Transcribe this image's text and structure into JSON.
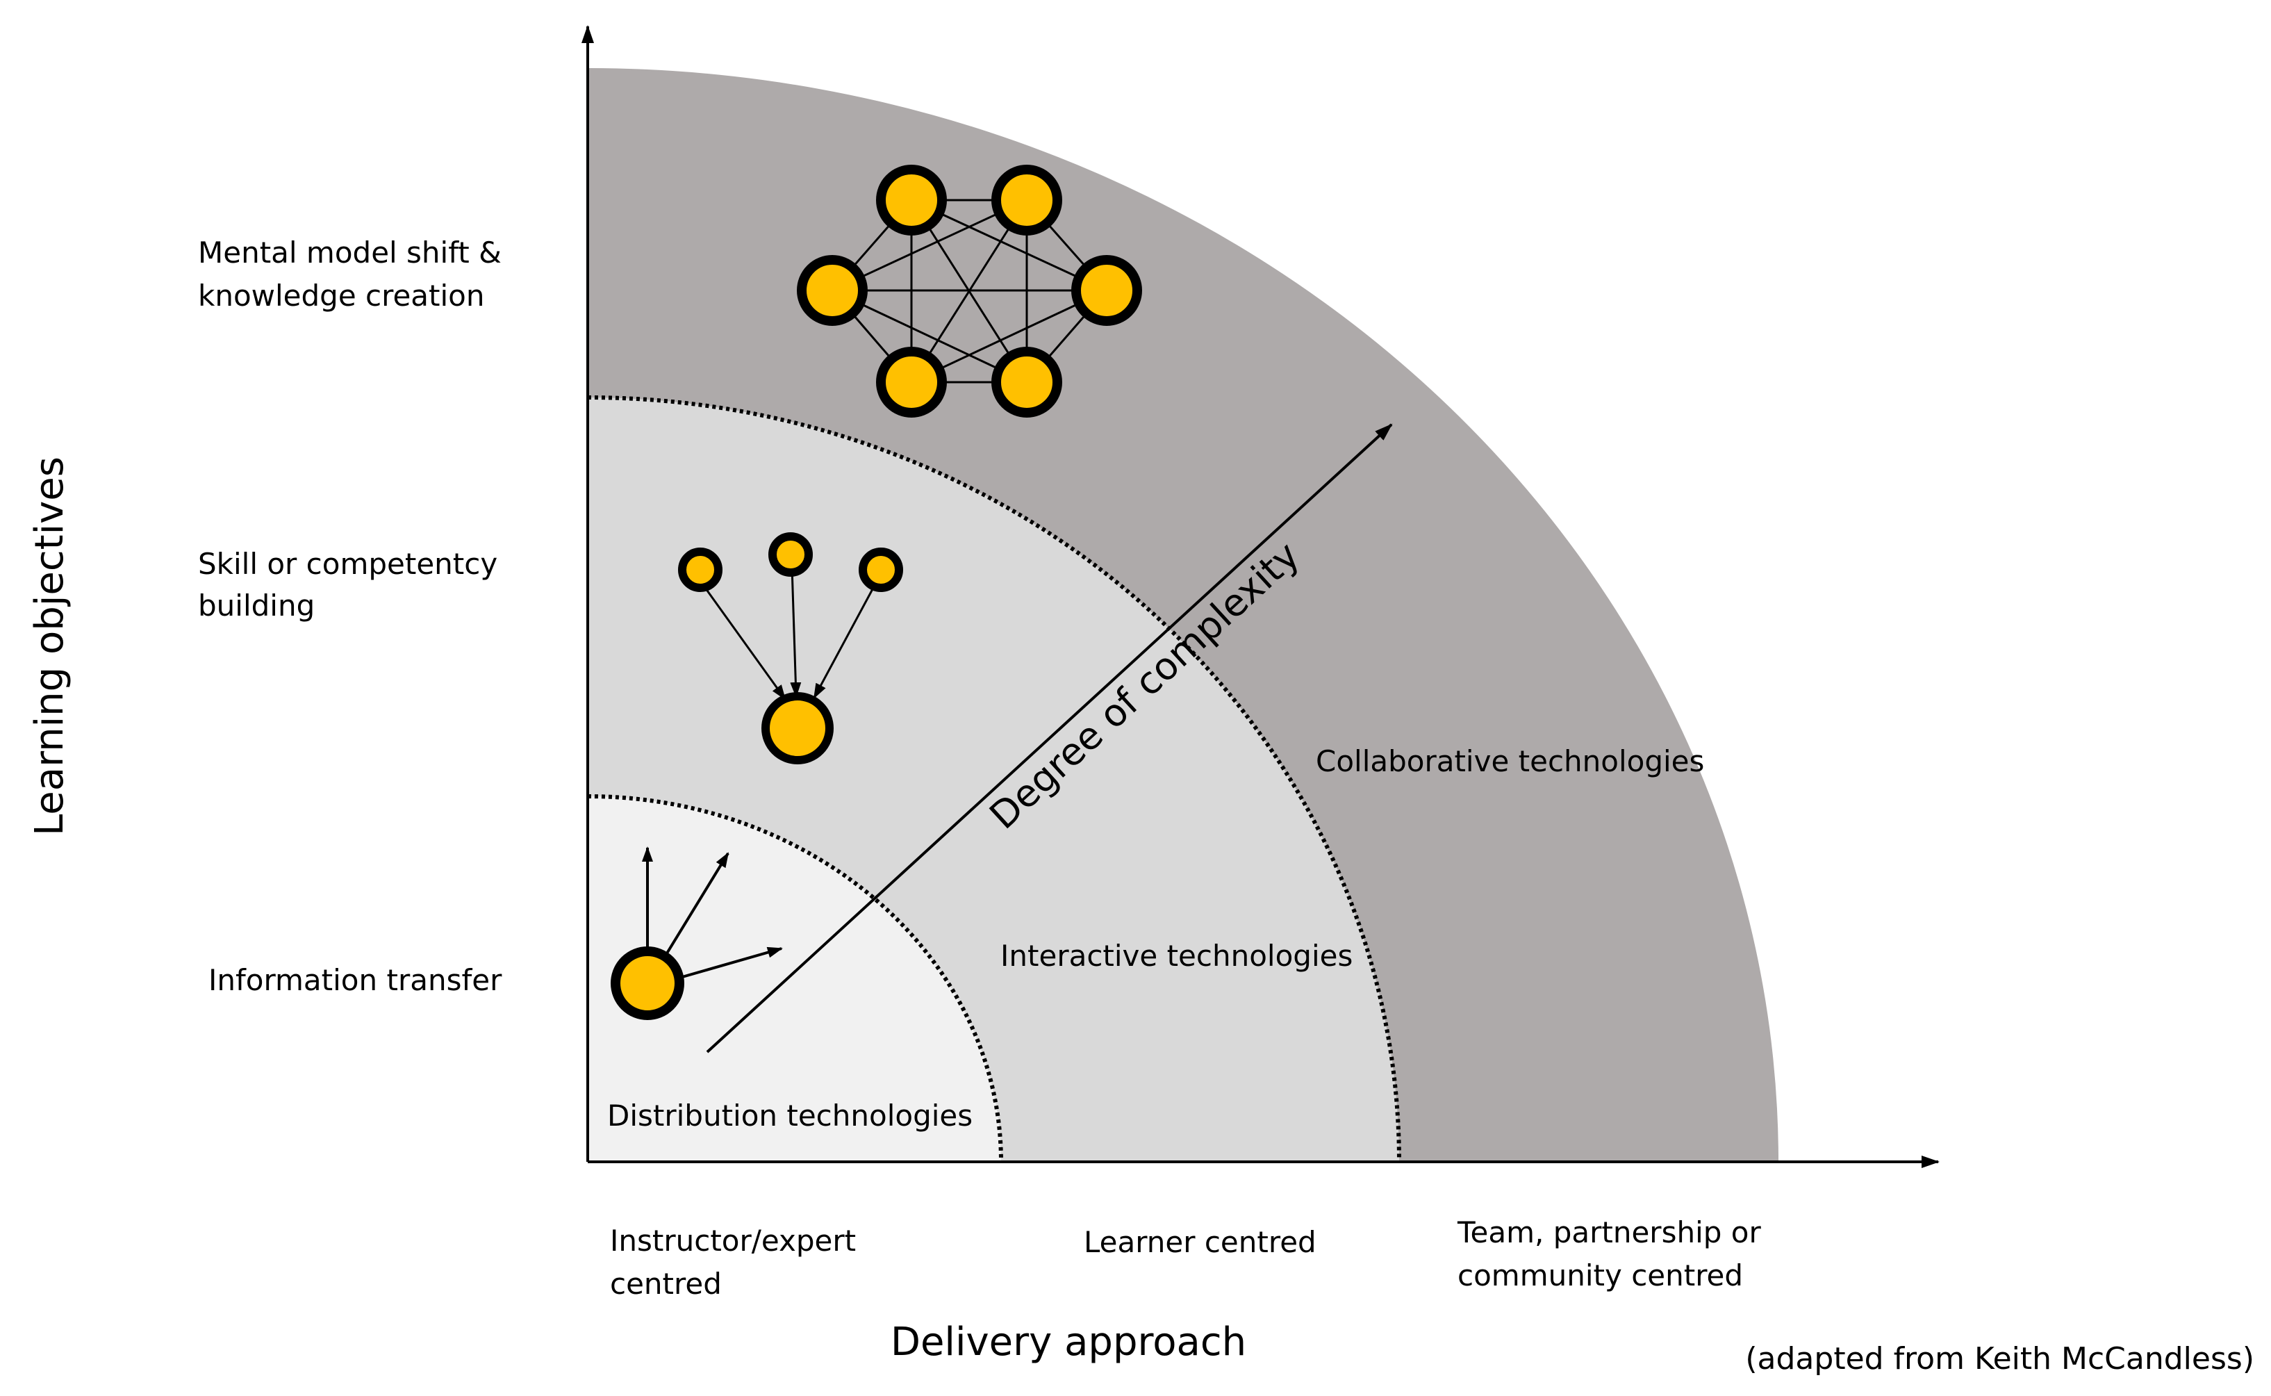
{
  "colors": {
    "outer_zone": "#aeaaaa",
    "middle_zone": "#d9d9d9",
    "inner_zone": "#f1f1f1",
    "node_fill": "#ffc000",
    "node_stroke": "#000000",
    "line": "#000000"
  },
  "axes": {
    "y_title": "Learning objectives",
    "x_title": "Delivery approach"
  },
  "y_levels": [
    {
      "lines": [
        "Mental model shift &",
        "knowledge creation"
      ]
    },
    {
      "lines": [
        "Skill or competentcy",
        "building"
      ]
    },
    {
      "lines": [
        "Information transfer"
      ]
    }
  ],
  "x_levels": [
    {
      "lines": [
        "Instructor/expert",
        "centred"
      ]
    },
    {
      "lines": [
        "Learner centred"
      ]
    },
    {
      "lines": [
        "Team, partnership or",
        "community centred"
      ]
    }
  ],
  "zones": {
    "distribution": "Distribution technologies",
    "interactive": "Interactive technologies",
    "collaborative": "Collaborative technologies"
  },
  "complexity_label": "Degree of complexity",
  "source_note": "(adapted from Keith McCandless)"
}
